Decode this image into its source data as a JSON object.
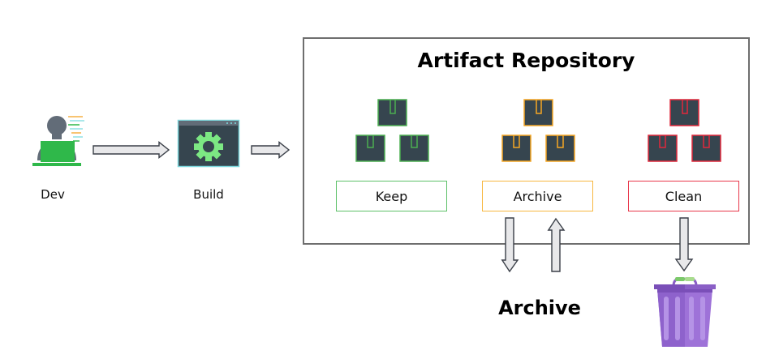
{
  "title": "Artifact Repository",
  "actors": {
    "dev": {
      "label": "Dev",
      "icon": "developer-icon"
    },
    "build": {
      "label": "Build",
      "icon": "gear-window-icon"
    }
  },
  "policies": [
    {
      "label": "Keep",
      "color": "#4caf50"
    },
    {
      "label": "Archive",
      "color": "#f5a623"
    },
    {
      "label": "Clean",
      "color": "#e0283c"
    }
  ],
  "archive_label": "Archive",
  "colors": {
    "box_fill": "#36454f",
    "gear": "#7ce883",
    "trash": "#9b6fd4",
    "arrow_fill": "#e8e8ea",
    "arrow_stroke": "#3a3f48"
  }
}
